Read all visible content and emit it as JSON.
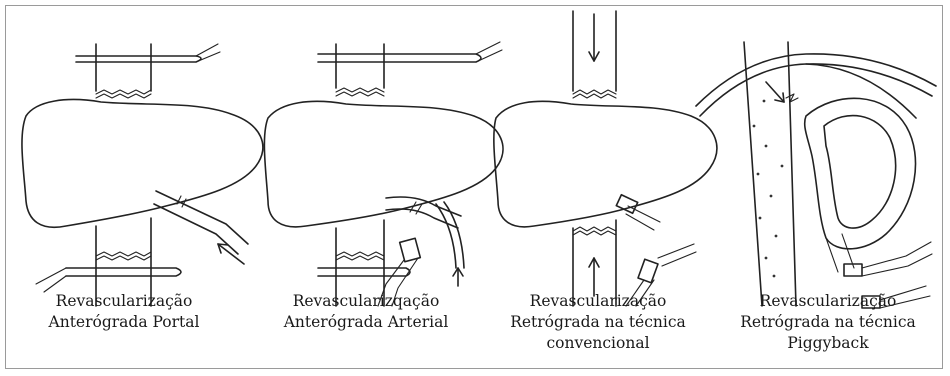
{
  "panels": [
    {
      "id": "portal",
      "caption_lines": [
        "Revascularização",
        "Anterógrada Portal"
      ]
    },
    {
      "id": "arterial",
      "caption_lines": [
        "Revascularizqação",
        "Anterógrada Arterial"
      ]
    },
    {
      "id": "conventional",
      "caption_lines": [
        "Revascularização",
        "Retrógrada na técnica",
        "convencional"
      ]
    },
    {
      "id": "piggyback",
      "caption_lines": [
        "Revascularização",
        "Retrógrada na técnica",
        "Piggyback"
      ]
    }
  ]
}
